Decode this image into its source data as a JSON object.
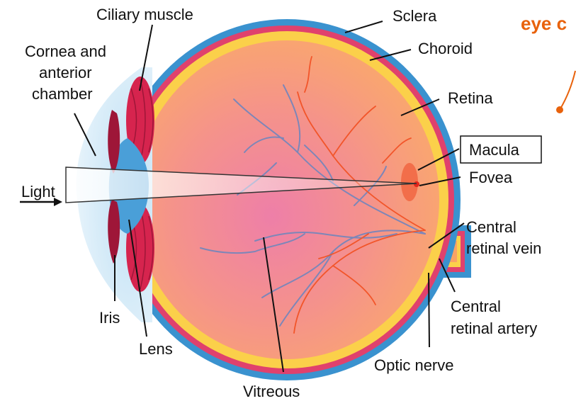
{
  "labels": {
    "ciliary_muscle": "Ciliary muscle",
    "cornea_line1": "Cornea and",
    "cornea_line2": "anterior",
    "cornea_line3": "chamber",
    "sclera": "Sclera",
    "choroid": "Choroid",
    "retina": "Retina",
    "macula": "Macula",
    "fovea": "Fovea",
    "light": "Light",
    "central_vein_line1": "Central",
    "central_vein_line2": "retinal vein",
    "central_artery_line1": "Central",
    "central_artery_line2": "retinal artery",
    "iris": "Iris",
    "lens": "Lens",
    "optic_nerve": "Optic nerve",
    "vitreous": "Vitreous"
  },
  "callout": {
    "text": "eye c",
    "color": "#e8620c"
  },
  "colors": {
    "sclera": "#3a92cf",
    "choroid": "#e0416d",
    "retina": "#fbd04a",
    "interior": "#f8a070",
    "vitreous_glow": "#ee7fa8",
    "macula": "#f26e4a",
    "lens": "#4a9fd8",
    "ciliary": "#d6244e"
  }
}
